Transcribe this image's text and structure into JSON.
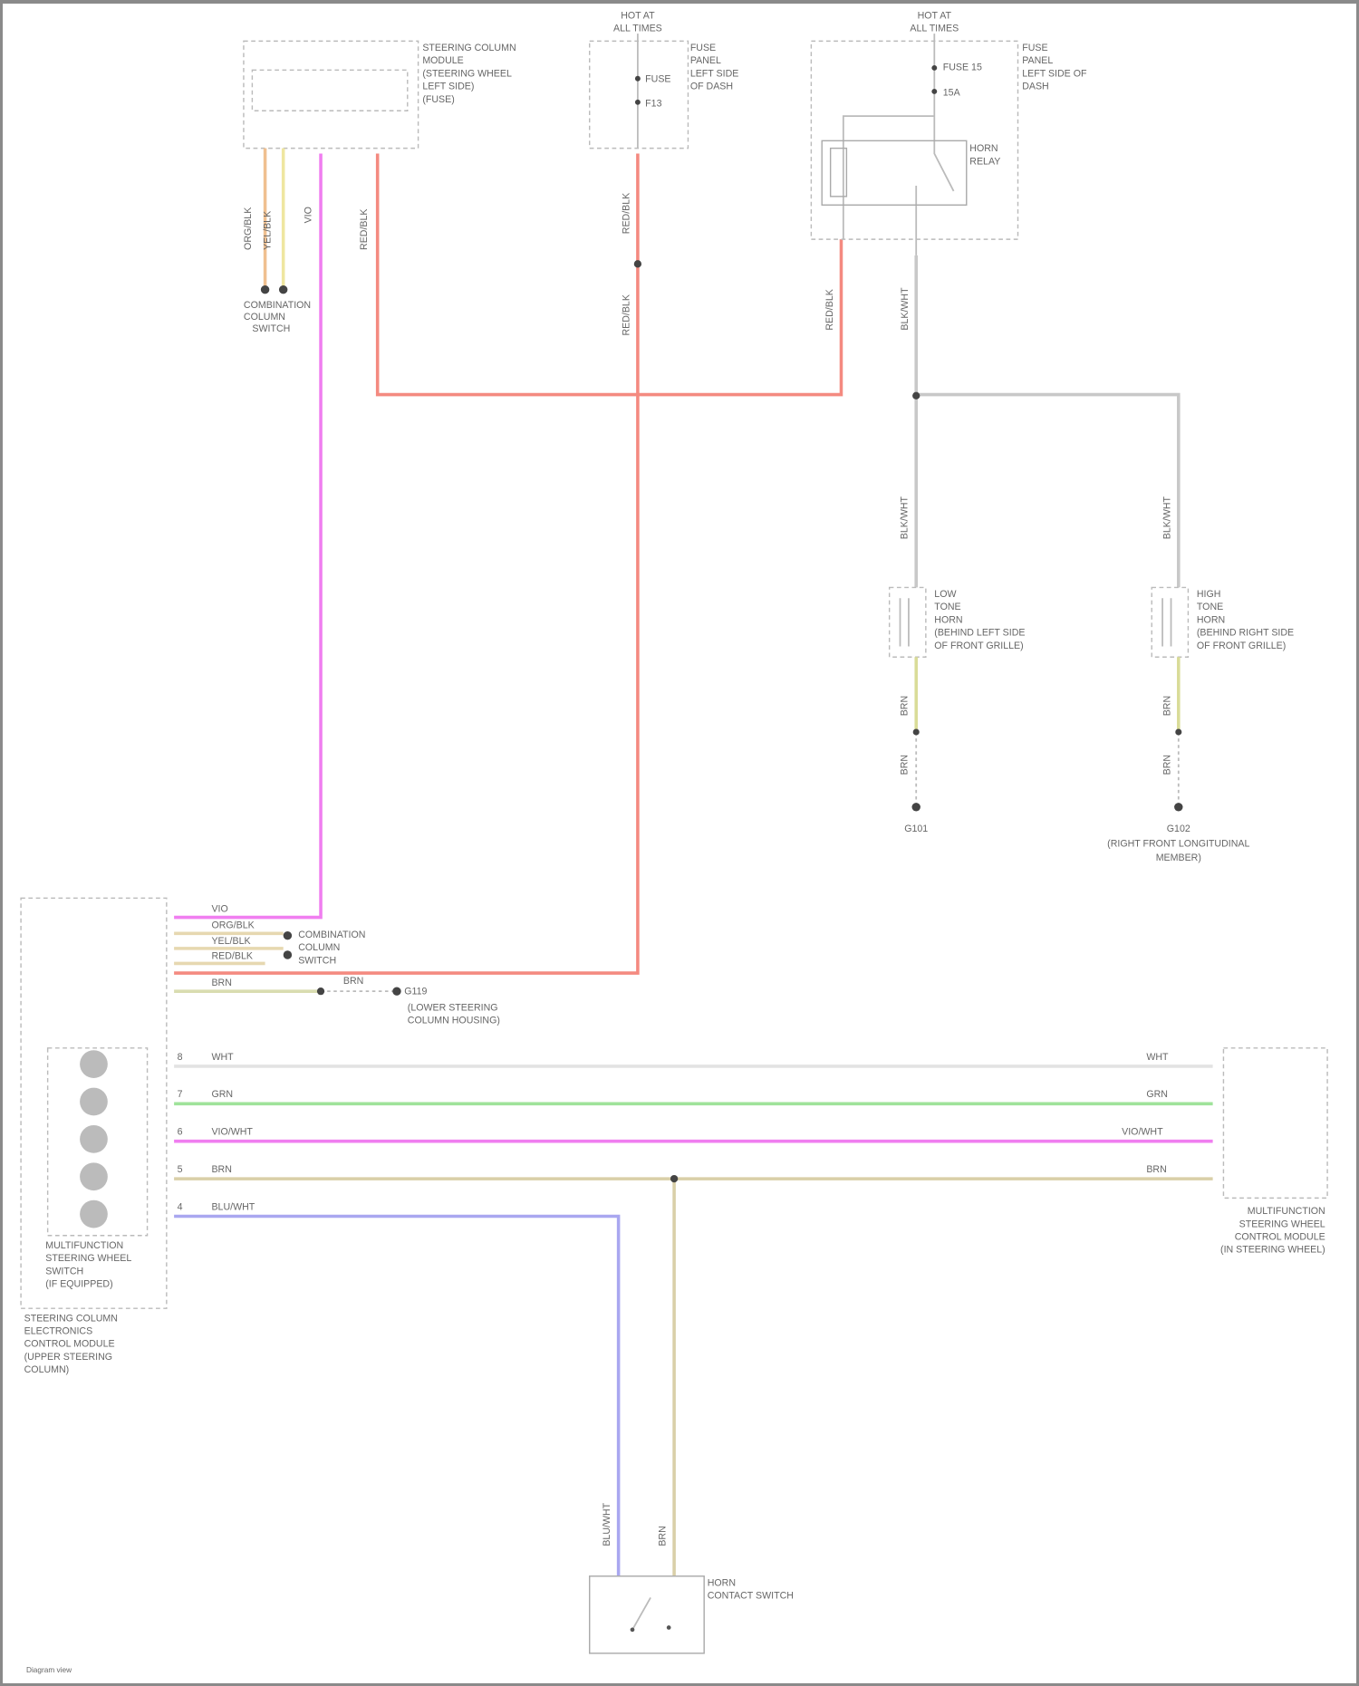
{
  "diagram": {
    "colors": {
      "pink": "#f07ef0",
      "red": "#f48a80",
      "green": "#9fe39a",
      "tan": "#d9cfa8",
      "yellow": "#efe6a0",
      "blue": "#a9a7f0",
      "gray": "#c8c8c8",
      "orange": "#f0c090"
    },
    "top_left_module": {
      "label": [
        "STEERING COLUMN",
        "MODULE",
        "(STEERING WHEEL",
        "LEFT SIDE)",
        "(FUSE)"
      ],
      "wire_labels": [
        "ORG/BLK",
        "YEL/BLK",
        "VIO",
        "RED/BLK"
      ]
    },
    "left_connector_ref": [
      "COMBINATION",
      "COLUMN",
      "SWITCH"
    ],
    "fuse_center": {
      "header": [
        "HOT AT",
        "ALL TIMES"
      ],
      "label": [
        "FUSE",
        "PANEL",
        "LEFT SIDE",
        "OF DASH"
      ],
      "fuse_labels": [
        "FUSE",
        "F13"
      ],
      "wire_labels": [
        "RED/BLK",
        "RED/BLK"
      ]
    },
    "relay_box": {
      "header": [
        "HOT AT",
        "ALL TIMES"
      ],
      "label": [
        "FUSE",
        "PANEL",
        "LEFT SIDE OF",
        "DASH"
      ],
      "fuse_labels": [
        "FUSE 15",
        "15A"
      ],
      "relay_label": [
        "HORN",
        "RELAY"
      ],
      "wire_labels": [
        "RED/BLK",
        "BLK/WHT"
      ]
    },
    "left_horn": {
      "wire_label": "BLK/WHT",
      "label": [
        "LOW",
        "TONE",
        "HORN",
        "(BEHIND LEFT SIDE",
        "OF FRONT GRILLE)"
      ],
      "lower_labels": [
        "BRN",
        "BRN"
      ],
      "ground": "G101"
    },
    "right_horn": {
      "wire_label": "BLK/WHT",
      "label": [
        "HIGH",
        "TONE",
        "HORN",
        "(BEHIND RIGHT SIDE",
        "OF FRONT GRILLE)"
      ],
      "lower_labels": [
        "BRN",
        "BRN"
      ],
      "ground": [
        "G102",
        "(RIGHT FRONT LONGITUDINAL",
        "MEMBER)"
      ]
    },
    "steering_module": {
      "switch_label": [
        "MULTIFUNCTION",
        "STEERING WHEEL",
        "SWITCH",
        "(IF EQUIPPED)"
      ],
      "label": [
        "STEERING COLUMN",
        "ELECTRONICS",
        "CONTROL MODULE",
        "(UPPER STEERING",
        "COLUMN)"
      ],
      "upper_wire_labels": [
        "VIO",
        "ORG/BLK",
        "YEL/BLK",
        "RED/BLK",
        "BRN",
        "BRN"
      ],
      "splice_label": [
        "G119"
      ],
      "ground_label": [
        "(LOWER STEERING",
        "COLUMN HOUSING)"
      ],
      "bus_wire_labels": [
        "WHT",
        "GRN",
        "VIO/WHT",
        "BRN",
        "BLU/WHT"
      ],
      "pin_labels": [
        "8",
        "7",
        "6",
        "5",
        "4"
      ]
    },
    "right_module": {
      "wire_labels": [
        "WHT",
        "GRN",
        "VIO/WHT",
        "BRN"
      ],
      "label": [
        "MULTIFUNCTION",
        "STEERING WHEEL",
        "CONTROL MODULE",
        "(IN STEERING WHEEL)"
      ]
    },
    "horn_switch": {
      "wire_labels": [
        "BLU/WHT",
        "BRN"
      ],
      "label": [
        "HORN",
        "CONTACT SWITCH"
      ]
    },
    "footer": "Diagram view"
  }
}
